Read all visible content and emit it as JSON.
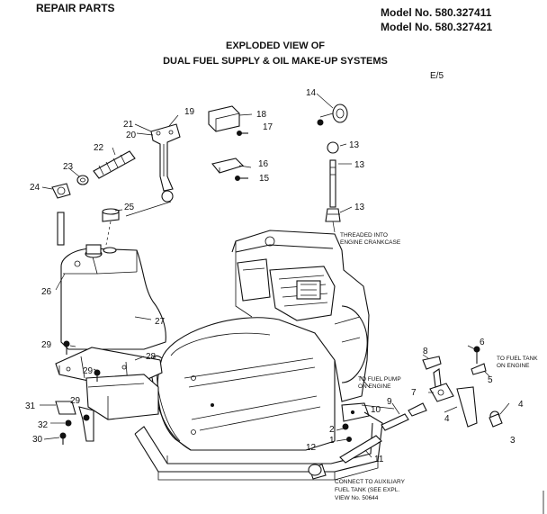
{
  "header": {
    "section": "REPAIR PARTS",
    "model_1": "Model No. 580.327411",
    "model_2": "Model No. 580.327421",
    "title_1": "EXPLODED VIEW OF",
    "title_2": "DUAL FUEL SUPPLY & OIL MAKE-UP SYSTEMS",
    "page_ref": "E/5"
  },
  "notes": {
    "threaded_1": "THREADED INTO",
    "threaded_2": "ENGINE CRANKCASE",
    "fuel_pump_1": "TO FUEL PUMP",
    "fuel_pump_2": "ON ENGINE",
    "fuel_tank_1": "TO FUEL TANK",
    "fuel_tank_2": "ON ENGINE",
    "connect_1": "CONNECT TO AUXILIARY",
    "connect_2": "FUEL TANK (SEE EXPL.",
    "connect_3": "VIEW No. 50644"
  },
  "callouts": {
    "c1": "1",
    "c2": "2",
    "c3": "3",
    "c4a": "4",
    "c4b": "4",
    "c5": "5",
    "c6": "6",
    "c7": "7",
    "c8": "8",
    "c9": "9",
    "c10": "10",
    "c11": "11",
    "c12": "12",
    "c13a": "13",
    "c13b": "13",
    "c13c": "13",
    "c14": "14",
    "c15": "15",
    "c16": "16",
    "c17": "17",
    "c18": "18",
    "c19": "19",
    "c20": "20",
    "c21": "21",
    "c22": "22",
    "c23": "23",
    "c24": "24",
    "c25": "25",
    "c26": "26",
    "c27": "27",
    "c28": "28",
    "c29a": "29",
    "c29b": "29",
    "c29c": "29",
    "c30": "30",
    "c31": "31",
    "c32": "32"
  }
}
